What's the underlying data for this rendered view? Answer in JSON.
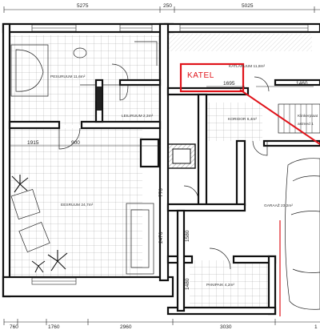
{
  "top_dimensions": [
    "5275",
    "250",
    "5025"
  ],
  "bottom_dimensions": [
    "760",
    "1760",
    "2960",
    "3030",
    "1"
  ],
  "side_dimensions": [
    "1915",
    "900",
    "1695",
    "1460",
    "770",
    "2470",
    "1580",
    "1480"
  ],
  "rooms": {
    "pesuruum": "PESURUUM 11,6m²",
    "leiliruum": "LEILIRUUM 2,3m²",
    "eesruum": "EESRUUM 24,7m²",
    "koridor": "KORIDOR 6,4m²",
    "katlaruum": "KATLARUUM 11,8m²",
    "garaaz": "GARAAŽ 23,2m²",
    "panipaik": "PANIPAIK 4,2m²",
    "klinker": "Klinkerplaat",
    "astmed": "astmed 1"
  },
  "annotation": {
    "label": "KATEL",
    "color": "#e0141b"
  },
  "colors": {
    "wall": "#111111",
    "tile_grid": "#9a9a9a",
    "annotation": "#e0141b"
  }
}
